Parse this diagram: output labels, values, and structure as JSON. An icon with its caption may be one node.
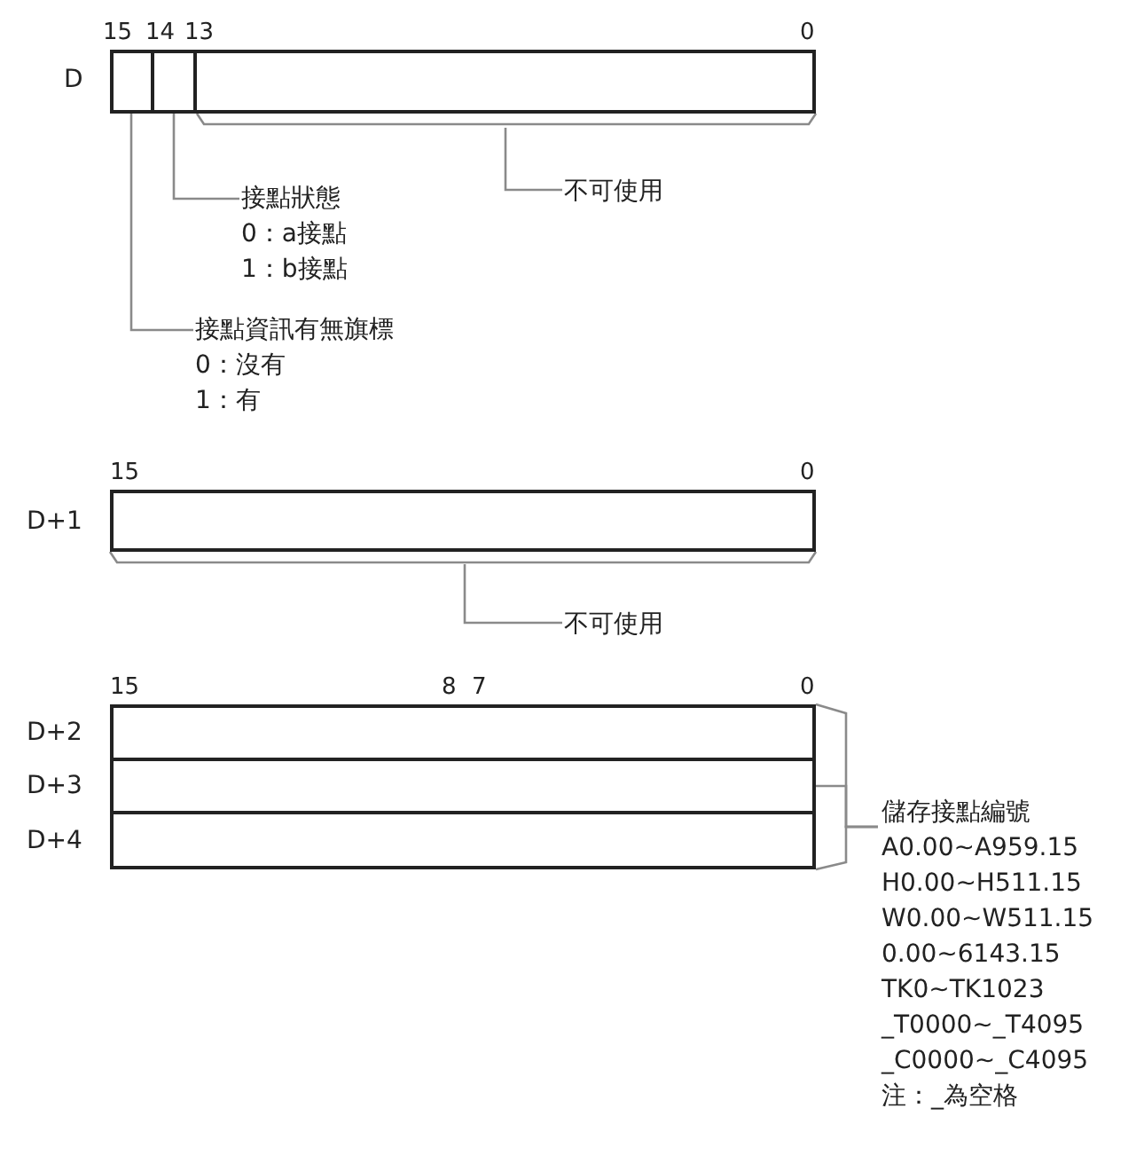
{
  "diagram": {
    "nodes": [
      {
        "text": [],
        "shape": "box"
      },
      {
        "text": [],
        "shape": "box"
      },
      {
        "text": [],
        "shape": "box"
      },
      {
        "text": [
          "接點狀態",
          "0：a接點",
          "1：b接點"
        ]
      },
      {
        "text": [
          "不可使用"
        ]
      },
      {
        "text": [
          "接點資訊有無旗標",
          "0：沒有",
          "1：有"
        ]
      },
      {
        "text": [],
        "shape": "box"
      },
      {
        "text": [
          "不可使用"
        ]
      },
      {
        "text": [],
        "shape": "box"
      },
      {
        "text": [],
        "shape": "box"
      },
      {
        "text": [],
        "shape": "box"
      },
      {
        "text": [
          "儲存接點編號",
          "A0.00~A959.15",
          "H0.00~H511.15",
          "W0.00~W511.15",
          "0.00~6143.15",
          "TK0~TK1023",
          "_T0000~_T4095",
          "_C0000~_C4095",
          "注：_為空格"
        ]
      }
    ],
    "edges": [
      {
        "from": 3,
        "to": 1,
        "arrow": "none"
      },
      {
        "from": 4,
        "to": 2,
        "arrow": "none"
      },
      {
        "from": 5,
        "to": 0,
        "arrow": "none"
      },
      {
        "from": 7,
        "to": 6,
        "arrow": "none"
      },
      {
        "from": 11,
        "to": 8,
        "arrow": "none"
      },
      {
        "from": 11,
        "to": 9,
        "arrow": "none"
      },
      {
        "from": 11,
        "to": 10,
        "arrow": "none"
      }
    ],
    "labels": [
      "15",
      "14",
      "13",
      "0",
      "D",
      "15",
      "0",
      "D+1",
      "15",
      "8",
      "7",
      "0",
      "D+2",
      "D+3",
      "D+4"
    ]
  }
}
